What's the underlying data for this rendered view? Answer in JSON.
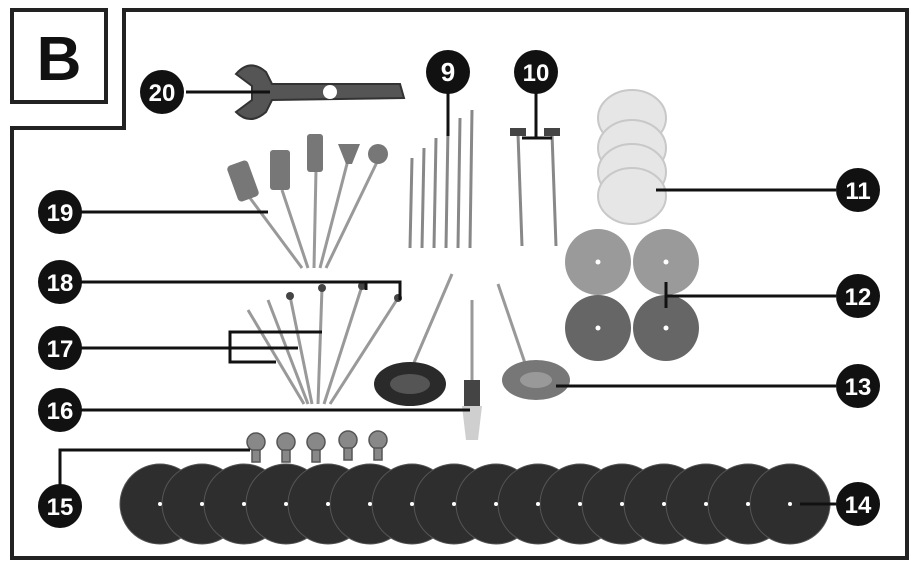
{
  "figure": {
    "tab_letter": "B",
    "callouts": {
      "c9": "9",
      "c10": "10",
      "c11": "11",
      "c12": "12",
      "c13": "13",
      "c14": "14",
      "c15": "15",
      "c16": "16",
      "c17": "17",
      "c18": "18",
      "c19": "19",
      "c20": "20"
    }
  },
  "colors": {
    "ink": "#1a1a1a",
    "frame": "#222222",
    "cutoff_disc": "#2e2e2e",
    "polish_felt": "#e6e6e6",
    "sanding_light": "#9a9a9a",
    "sanding_dark": "#666666"
  }
}
